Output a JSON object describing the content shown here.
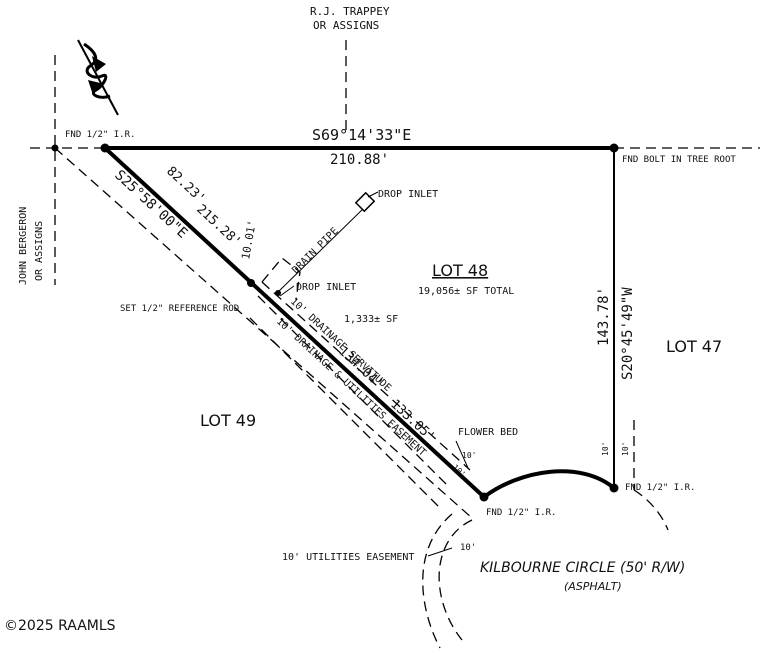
{
  "owners": {
    "north": "R.J. TRAPPEY",
    "north_2": "OR ASSIGNS",
    "west": "JOHN BERGERON",
    "west_2": "OR ASSIGNS"
  },
  "lots": {
    "lot48": "LOT 48",
    "lot48_area": "19,056± SF TOTAL",
    "lot47": "LOT 47",
    "lot49": "LOT 49",
    "servitude_area": "1,333± SF"
  },
  "bearings": {
    "north_bearing": "S69°14'33\"E",
    "north_distance": "210.88'",
    "east_bearing": "S20°45'49\"W",
    "east_distance": "143.78'",
    "west_bearing": "S25°58'00\"E",
    "west_distance": "215.28'",
    "west_segment": "82.23'",
    "servitude_top": "134.04'",
    "servitude_bottom": "133.05'",
    "width_1001": "10.01'"
  },
  "labels": {
    "fnd_ir_nw": "FND 1/2\" I.R.",
    "fnd_bolt": "FND BOLT IN TREE ROOT",
    "fnd_ir_se": "FND 1/2\" I.R.",
    "fnd_ir_s": "FND 1/2\" I.R.",
    "set_reference": "SET 1/2\" REFERENCE ROD",
    "drop_inlet_top": "DROP INLET",
    "drop_inlet_mid": "DROP INLET",
    "drain_pipe": "DRAIN PIPE",
    "drainage_servitude": "10' DRAINAGE SERVITUDE",
    "drainage_utilities": "10' DRAINAGE & UTILITIES EASEMENT",
    "flower_bed": "FLOWER BED",
    "utilities_easement": "10' UTILITIES EASEMENT",
    "ten_ft": "10'",
    "ten_ft_b": "10'",
    "ten_ft_c": "10'",
    "ten_ft_d": "10'",
    "ten_ft_e": "10'",
    "street": "KILBOURNE CIRCLE (50' R/W)",
    "street_surface": "(ASPHALT)",
    "copyright": "©2025 RAAMLS"
  },
  "icons": {
    "north_arrow": "north-arrow-icon"
  }
}
